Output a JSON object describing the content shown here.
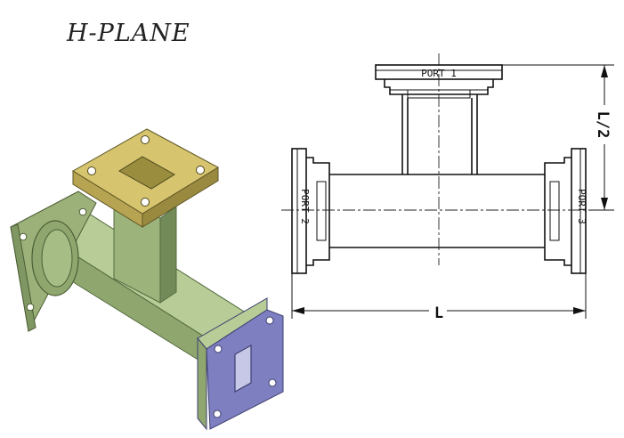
{
  "title": "H-PLANE",
  "ports": {
    "port1": "PORT 1",
    "port2": "PORT 2",
    "port3": "PORT 3"
  },
  "dimensions": {
    "length": "L",
    "half_length": "L/2"
  },
  "colors": {
    "body": "#a8bf87",
    "body_dark": "#7f9763",
    "port1_flange": "#d6c46e",
    "port3_flange": "#7d7fc0",
    "port2_flange": "#9cb07a"
  }
}
